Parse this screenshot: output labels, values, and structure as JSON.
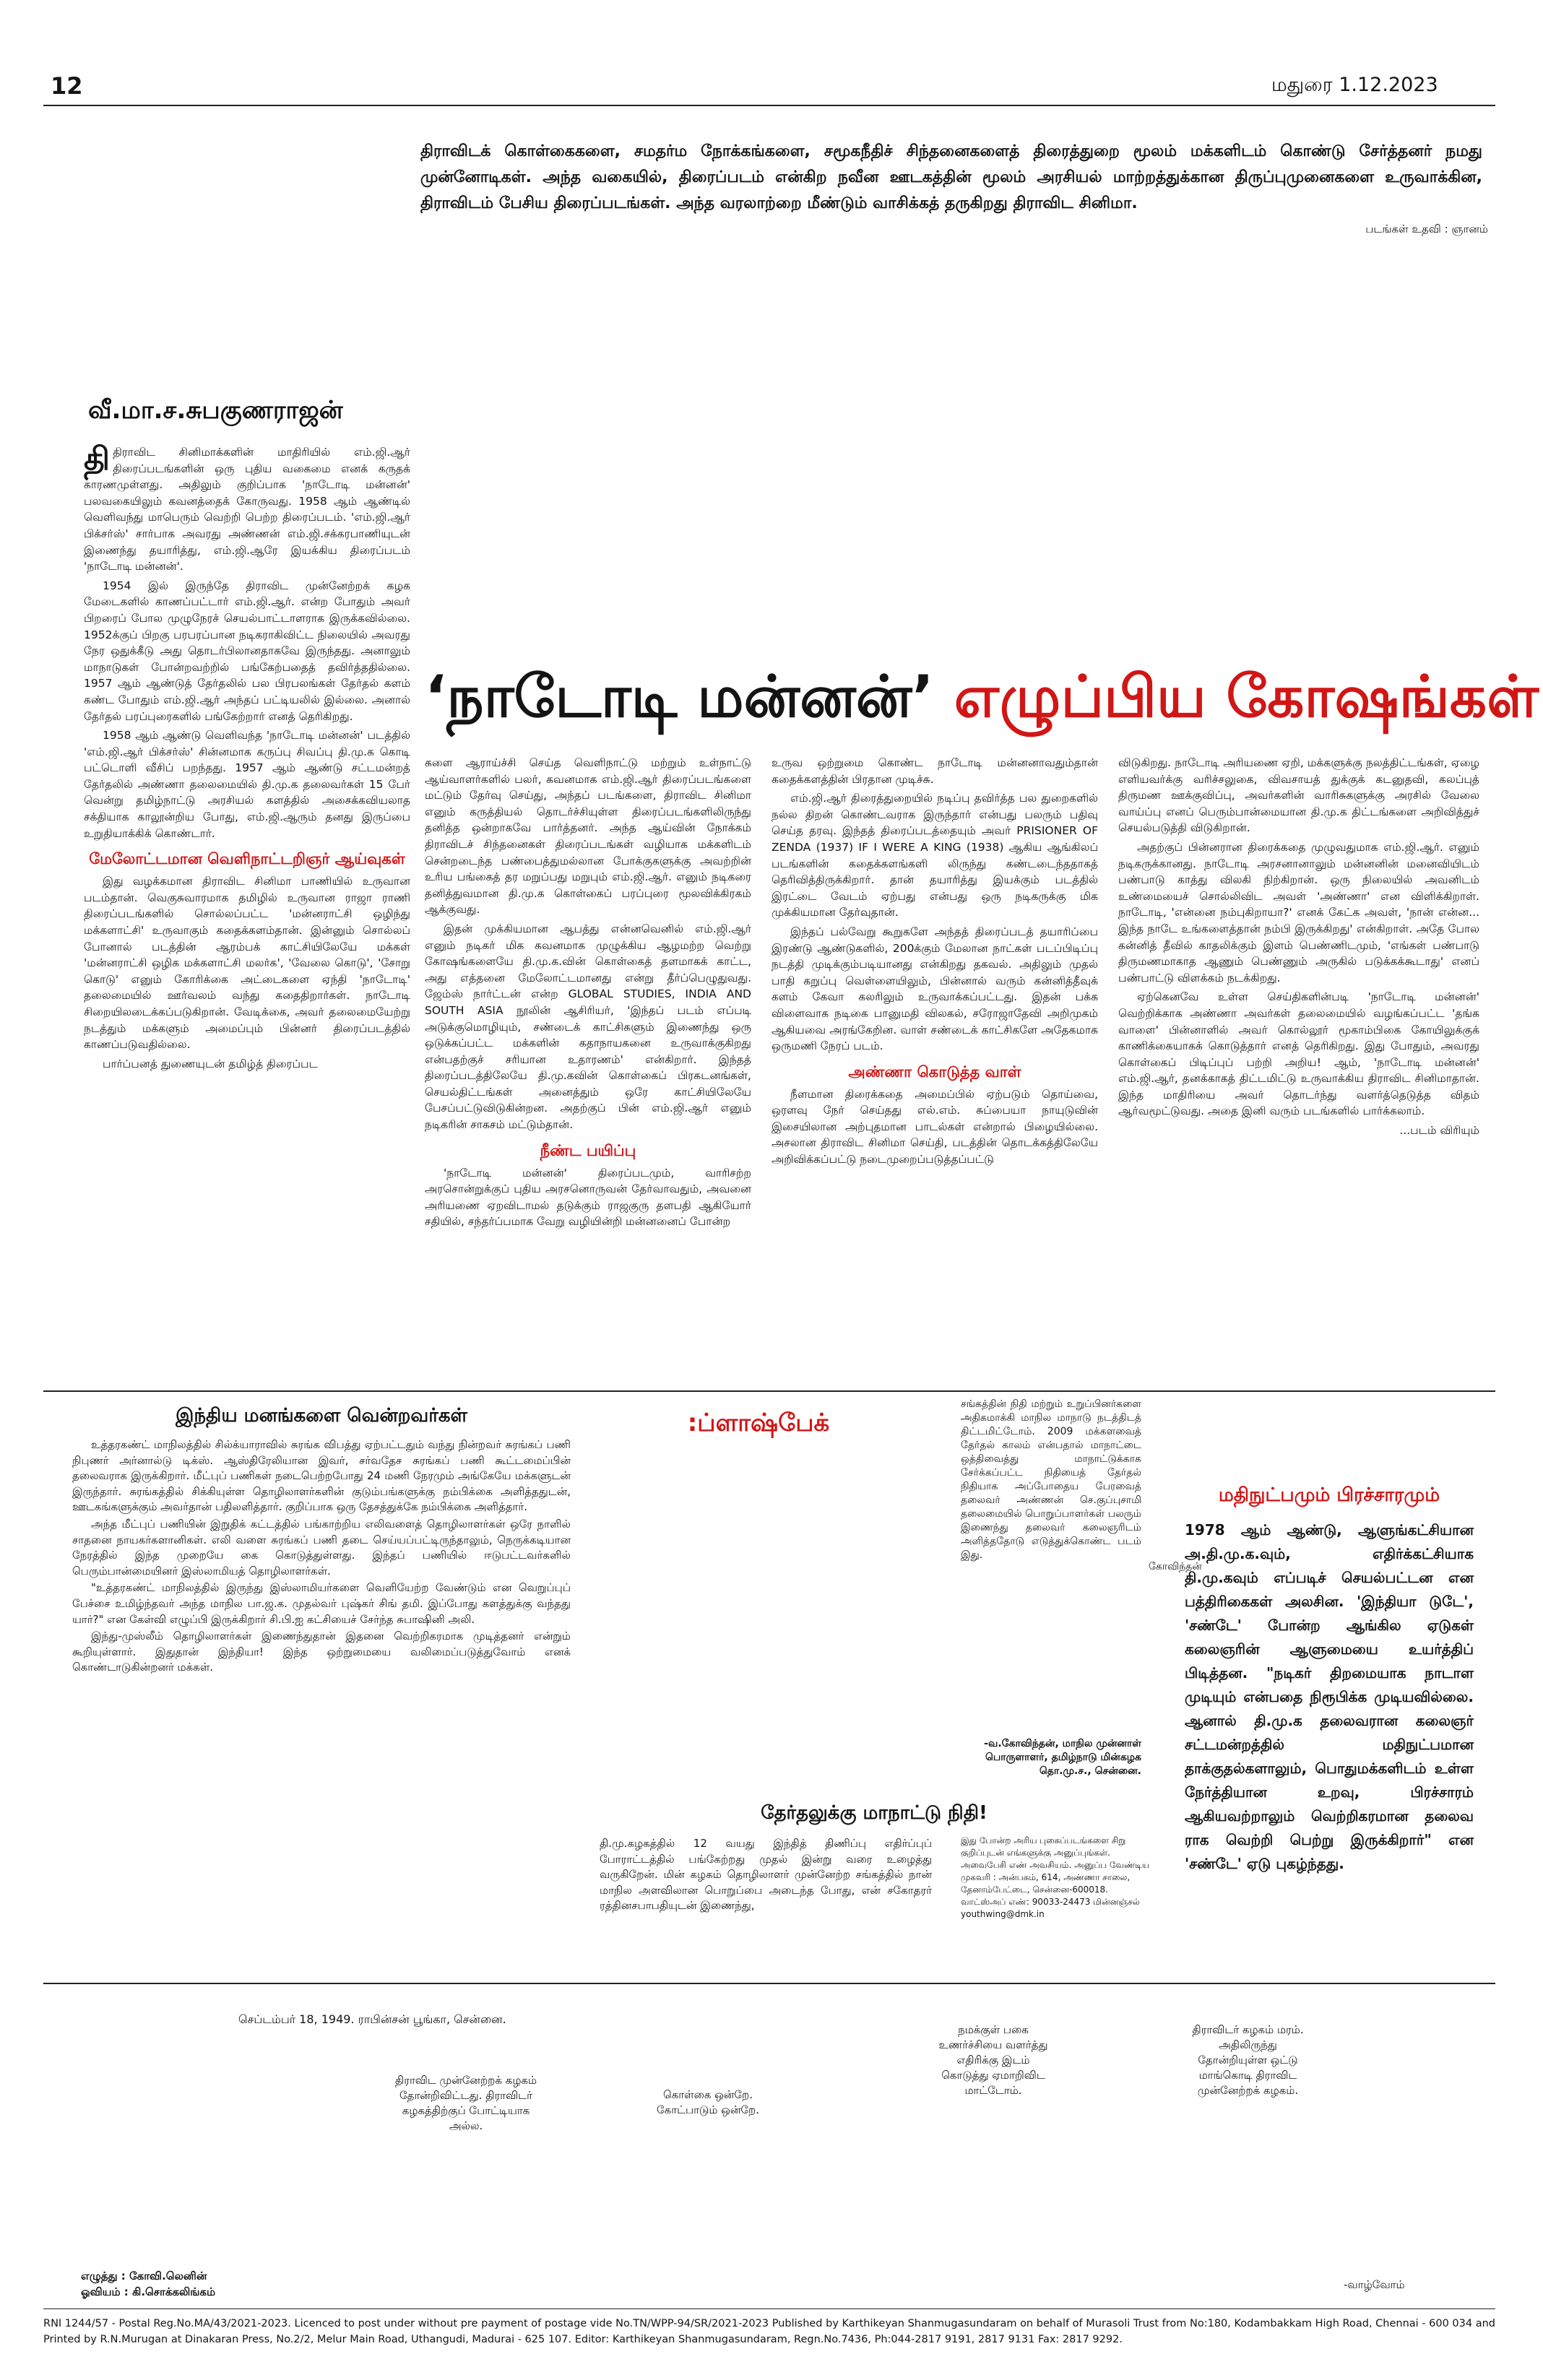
{
  "page": {
    "number": "12",
    "city_date": "மதுரை 1.12.2023"
  },
  "intro": {
    "text": "திராவிடக் கொள்கைகளை, சமதர்ம நோக்கங்களை, சமூகநீதிச் சிந்தனைகளைத் திரைத்துறை மூலம் மக்களிடம் கொண்டு சேர்த்தனர் நமது முன்னோடிகள். அந்த வகையில், திரைப்படம் என்கிற நவீன ஊடகத்தின் மூலம் அரசியல் மாற்றத்துக்கான திருப்புமுனைகளை உருவாக்கின, திராவிடம் பேசிய திரைப்படங்கள். அந்த வரலாற்றை மீண்டும் வாசிக்கத் தருகிறது திராவிட சினிமா.",
    "credit": "படங்கள் உதவி : ஞானம்"
  },
  "author": "வீ.மா.ச.சுபகுணராஜன்",
  "headline": {
    "black": "‘நாடோடி மன்னன்’",
    "red": "எழுப்பிய கோஷங்கள்!"
  },
  "col1": {
    "p1": "திராவிட சினிமாக்களின் மாதிரியில் எம்.ஜி.ஆர் திரைப்படங்களின் ஒரு புதிய வகைமை எனக் கருதக் காரணமுள்ளது. அதிலும் குறிப்பாக 'நாடோடி மன்னன்' பலவகையிலும் கவனத்தைக் கோருவது. 1958 ஆம் ஆண்டில் வெளிவந்து மாபெரும் வெற்றி பெற்ற திரைப்படம். 'எம்.ஜி.ஆர் பிக்சர்ஸ்' சார்பாக அவரது அண்ணன் எம்.ஜி.சக்கரபாணியுடன் இணைந்து தயாரித்து, எம்.ஜி.ஆரே இயக்கிய திரைப்படம் 'நாடோடி மன்னன்'.",
    "p2": "1954 இல் இருந்தே திராவிட முன்னேற்றக் கழக மேடைகளில் காணப்பட்டார் எம்.ஜி.ஆர். என்ற போதும் அவர் பிறரைப் போல முழுநேரச் செயல்பாட்டாளராக இருக்கவில்லை. 1952க்குப் பிறகு பரபரப்பான நடிகராகிவிட்ட நிலையில் அவரது நேர ஒதுக்கீடு அது தொடர்பிலானதாகவே இருந்தது. அனாலும் மாநாடுகள் போன்றவற்றில் பங்கேற்பதைத் தவிர்த்ததில்லை. 1957 ஆம் ஆண்டுத் தேர்தலில் பல பிரபலங்கள் தேர்தல் களம் கண்ட போதும் எம்.ஜி.ஆர் அந்தப் பட்டியலில் இல்லை. அனால் தேர்தல் பரப்புரைகளில் பங்கேற்றார் எனத் தெரிகிறது.",
    "p3": "1958 ஆம் ஆண்டு வெளிவந்த 'நாடோடி மன்னன்' படத்தில் 'எம்.ஜி.ஆர் பிக்சர்ஸ்' சின்னமாக கருப்பு சிவப்பு தி.மு.க கொடி பட்டொளி வீசிப் பறந்தது. 1957 ஆம் ஆண்டு சட்டமன்றத் தேர்தலில் அண்ணா தலைமையில் தி.மு.க தலைவர்கள் 15 பேர் வென்று தமிழ்நாட்டு அரசியல் களத்தில் அசைக்கவியலாத சக்தியாக காலூன்றிய போது, எம்.ஜி.ஆரும் தனது இருப்பை உறுதியாக்கிக் கொண்டார்.",
    "sub": "மேலோட்டமான வெளிநாட்டறிஞர் ஆய்வுகள்",
    "p4": "இது வழக்கமான திராவிட சினிமா பாணியில் உருவான படம்தான். வெகுசுவாரமாக தமிழில் உருவான ராஜா ராணி திரைப்படங்களில் சொல்லப்பட்ட 'மன்னராட்சி ஒழிந்து மக்களாட்சி' உருவாகும் கதைக்களம்தான். இன்னும் சொல்லப் போனால் படத்தின் ஆரம்பக் காட்சியிலேயே மக்கள் 'மன்னராட்சி ஒழிக மக்களாட்சி மலர்க', 'வேலை கொடு', 'சோறு கொடு' எனும் கோரிக்கை அட்டைகளை ஏந்தி 'நாடோடி' தலைமையில் ஊர்வலம் வந்து கதைதிறார்கள். நாடோடி சிறையிலடைக்கப்படுகிறான். வேடிக்கை, அவர் தலைமையேற்று நடத்தும் மக்களும் அமைப்பும் பின்னர் திரைப்படத்தில் காணப்படுவதில்லை.",
    "p5": "பார்ப்பனத் துணையுடன் தமிழ்த் திரைப்பட"
  },
  "col2": {
    "p1": "களை ஆராய்ச்சி செய்த வெளிநாட்டு மற்றும் உள்நாட்டு ஆய்வாளர்களில் பலர், கவனமாக எம்.ஜி.ஆர் திரைப்படங்களை மட்டும் தேர்வு செய்து, அந்தப் படங்களை, திராவிட சினிமா எனும் கருத்தியல் தொடர்ச்சியுள்ள திரைப்படங்களிலிருந்து தனித்த ஒன்றாகவே பார்த்தனர். அந்த ஆய்வின் நோக்கம் திராவிடச் சிந்தனைகள் திரைப்படங்கள் வழியாக மக்களிடம் சென்றடைந்த பண்பைத்துமல்லான போக்குகளுக்கு அவற்றின் உரிய பங்கைத் தர மறுப்பது மறுபும் எம்.ஜி.ஆர். எனும் நடிகரை தனித்துவமான தி.மு.க கொள்கைப் பரப்புரை மூலவிக்கிரகம் ஆக்குவது.",
    "p2": "இதன் முக்கியமான ஆபத்து என்னவெனில் எம்.ஜி.ஆர் எனும் நடிகர் மிக கவனமாக முழுக்கிய ஆழமற்ற வெற்று கோஷங்களையே தி.மு.க.வின் கொள்கைத் தளமாகக் காட்ட, அது எத்தனை மேலோட்டமானது என்று தீர்ப்பெழுதுவது. ஜேம்ஸ் நார்ட்டன் என்ற GLOBAL STUDIES, INDIA AND SOUTH ASIA நூலின் ஆசிரியர், 'இந்தப் படம் எப்படி அடுக்குமொழியும், சண்டைக் காட்சிகளும் இணைந்து ஒரு ஒடுக்கப்பட்ட மக்களின் கதாநாயகனை உருவாக்குகிறது என்பதற்குச் சரியான உதாரணம்' என்கிறார். இந்தத் திரைப்படத்திலேயே தி.மு.கவின் கொள்கைப் பிரகடனங்கள், செயல்திட்டங்கள் அனைத்தும் ஒரே காட்சியிலேயே பேசப்பட்டுவிடுகின்றன. அதற்குப் பின் எம்.ஜி.ஆர் எனும் நடிகரின் சாகசம் மட்டும்தான்.",
    "sub": "நீண்ட பயிப்பு",
    "p3": "'நாடோடி மன்னன்' திரைப்படமும், வாரிசற்ற அரசொன்றுக்குப் புதிய அரசனொருவன் தேர்வாவதும், அவனை அரியணை ஏறவிடாமல் தடுக்கும் ராஜகுரு தளபதி ஆகியோர் சதியில், சந்தர்ப்பமாக வேறு வழியின்றி மன்னனைப் போன்ற"
  },
  "col3": {
    "p1": "உருவ ஒற்றுமை கொண்ட நாடோடி மன்னனாவதும்தான் கதைக்களத்தின் பிரதான முடிச்சு.",
    "p2": "எம்.ஜி.ஆர் திரைத்துறையில் நடிப்பு தவிர்த்த பல துறைகளில் நல்ல திறன் கொண்டவராக இருந்தார் என்பது பலரும் பதிவு செய்த தரவு. இந்தத் திரைப்படத்தையும் அவர் PRISIONER OF ZENDA (1937) IF I WERE A KING (1938) ஆகிய ஆங்கிலப் படங்களின் கதைக்களங்களி லிருந்து கண்டடைந்ததாகத் தெரிவித்திருக்கிறார். தான் தயாரித்து இயக்கும் படத்தில் இரட்டை வேடம் ஏற்பது என்பது ஒரு நடிகருக்கு மிக முக்கியமான தேர்வுதான்.",
    "p3": "இந்தப் பல்வேறு கூறுகளே அந்தத் திரைப்படத் தயாரிப்பை இரண்டு ஆண்டுகளில், 200க்கும் மேலான நாட்கள் படப்பிடிப்பு நடத்தி முடிக்கும்படியானது என்கிறது தகவல். அதிலும் முதல் பாதி கறுப்பு வெள்ளையிலும், பின்னால் வரும் கன்னித்தீவுக் களம் கேவா கலரிலும் உருவாக்கப்பட்டது. இதன் பக்க விளைவாக நடிகை பானுமதி விலகல், சரோஜாதேவி அறிமுகம் ஆகியவை அரங்கேறின. வாள் சண்டைக் காட்சிகளே அதேகமாக ஒருமணி நேரப் படம்.",
    "sub": "அண்ணா கொடுத்த வாள்",
    "p4": "நீளமான திரைக்கதை அமைப்பில் ஏற்படும் தொய்வை, ஒரளவு நேர் செய்தது எல்.எம். சுப்பையா நாயுடுவின் இசையிலான அற்புதமான பாடல்கள் என்றால் பிழையில்லை. அசலான திராவிட சினிமா செய்தி, படத்தின் தொடக்கத்திலேயே அறிவிக்கப்பட்டு நடைமுறைப்படுத்தப்பட்டு"
  },
  "col4": {
    "p1": "விடுகிறது. நாடோடி அரியணை ஏறி, மக்களுக்கு நலத்திட்டங்கள், ஏழை எளியவர்க்கு வரிச்சலுகை, விவசாயத் துக்குக் கடனுதவி, கலப்புத் திருமண ஊக்குவிப்பு, அவர்களின் வாரிசுகளுக்கு அரசில் வேலை வாய்ப்பு எனப் பெரும்பான்மையான தி.மு.க திட்டங்களை அறிவித்துச் செயல்படுத்தி விடுகிறான்.",
    "p2": "அதற்குப் பின்னரான திரைக்கதை முழுவதுமாக எம்.ஜி.ஆர். எனும் நடிகருக்கானது. நாடோடி அரசனானாலும் மன்னனின் மனைவியிடம் பண்பாடு காத்து விலகி நிற்கிறான். ஒரு நிலையில் அவனிடம் உண்மையைச் சொல்லிவிட அவள் 'அண்ணா' என விளிக்கிறாள். நாடோடி, 'என்னை நம்புகிறாயா?' எனக் கேட்க அவள், 'நான் என்ன... இந்த நாடே உங்களைத்தான் நம்பி இருக்கிறது' என்கிறாள். அதே போல கன்னித் தீவில் காதலிக்கும் இளம் பெண்ணிடமும், 'எங்கள் பண்பாடு திருமணமாகாத ஆணும் பெண்ணும் அருகில் படுக்கக்கூடாது' எனப் பண்பாட்டு விளக்கம் நடக்கிறது.",
    "p3": "ஏற்கெனவே உள்ள செய்திகளின்படி 'நாடோடி மன்னன்' வெற்றிக்காக அண்ணா அவர்கள் தலைமையில் வழங்கப்பட்ட 'தங்க வாளை' பின்னாளில் அவர் கொல்லூர் மூகாம்பிகை கோயிலுக்குக் காணிக்கையாகக் கொடுத்தார் எனத் தெரிகிறது. இது போதும், அவரது கொள்கைப் பிடிப்புப் பற்றி அறிய! ஆம், 'நாடோடி மன்னன்' எம்.ஜி.ஆர், தனக்காகத் திட்டமிட்டு உருவாக்கிய திராவிட சினிமாதான். இந்த மாதிரியை அவர் தொடர்ந்து வளர்த்தெடுத்த விதம் ஆர்வமூட்டுவது. அதை இனி வரும் படங்களில் பார்க்கலாம்.",
    "cont": "...படம் விரியும்"
  },
  "box1": {
    "title": "இந்திய மனங்களை வென்றவர்கள்",
    "p1": "உத்தரகண்ட் மாநிலத்தில் சில்க்யாராவில் சுரங்க விபத்து ஏற்பட்டதும் வந்து நின்றவர் சுரங்கப் பணி நிபுணர் அர்னால்டு டிக்ஸ். ஆஸ்திரேலியான இவர், சர்வதேச சுரங்கப் பணி கூட்டமைப்பின் தலைவராக இருக்கிறார். மீட்புப் பணிகள் நடைபெற்றபோது 24 மணி நேரமும் அங்கேயே மக்களுடன் இருந்தார். சுரங்கத்தில் சிக்கியுள்ள தொழிலாளர்களின் குடும்பங்களுக்கு நம்பிக்கை அளித்ததுடன், ஊடகங்களுக்கும் அவர்தான் பதிலளித்தார். குறிப்பாக ஒரு தேசத்துக்கே நம்பிக்கை அளித்தார்.",
    "p2": "அந்த மீட்புப் பணியின் இறுதிக் கட்டத்தில் பங்காற்றிய எலிவளைத் தொழிலாளர்கள் ஒரே நாளில் சாதனை நாயகர்களானிகள். எலி வளை சுரங்கப் பணி தடை செய்யப்பட்டிருந்தாலும், நெருக்கடியான நேரத்தில் இந்த முறையே கை கொடுத்துள்ளது. இந்தப் பணியில் ஈடுபட்டவர்களில் பெரும்பான்மையினர் இஸ்லாமியத் தொழிலாளர்கள்.",
    "p3": "\"உத்தரகண்ட் மாநிலத்தில் இருந்து இஸ்லாமியர்களை வெளியேற்ற வேண்டும் என வெறுப்புப் பேச்சை உமிழ்ந்தவர் அந்த மாநில பா.ஜ.க. முதல்வர் புஷ்கர் சிங் தமி. இப்போது களத்துக்கு வந்தது யார்?\" என கேள்வி எழுப்பி இருக்கிறார் சி.பி.ஐ கட்சியைச் சேர்ந்த சுபாஷினி அலி.",
    "p4": "இந்து-முஸ்லீம் தொழிலாளர்கள் இணைந்துதான் இதனை வெற்றிகரமாக முடித்தனர் என்றும் கூறியுள்ளார். இதுதான் இந்தியா! இந்த ஒற்றுமையை வலிமைப்படுத்துவோம் எனக் கொண்டாடுகின்றனர் மக்கள்."
  },
  "box2": {
    "title": ":ப்ளாஷ்பேக்",
    "p1": "சங்கத்தின் நிதி மற்றும் உறுப்பினர்களை அதிகமாக்கி மாநில மாநாடு நடத்திடத் திட்டமிட்டோம். 2009 மக்களவைத் தேர்தல் காலம் என்பதால் மாநாட்டை ஒத்திவைத்து மாநாட்டுக்காக சேர்க்கப்பட்ட நிதியைத் தேர்தல் நிதியாக அப்போதைய பேரவைத் தலைவர் அண்ணன் செ.குப்புசாமி தலைமையில் பொறுப்பாளர்கள் பலரும் இணைந்து தலைவர் கலைஞரிடம் அளித்ததோடு எடுத்துக்கொண்ட படம் இது.",
    "tag": "கோவிந்தன்",
    "sign1": "-வ.கோவிந்தன், மாநில முன்னாள்",
    "sign2": "பொருளாளர், தமிழ்நாடு மின்கழக",
    "sign3": "தொ.மு.ச., சென்னை."
  },
  "box3": {
    "title": "தேர்தலுக்கு மாநாட்டு நிதி!",
    "text": "தி.மு.கழகத்தில் 12 வயது இந்தித் திணிப்பு எதிர்ப்புப் போராட்டத்தில் பங்கேற்றது முதல் இன்று வரை உழைத்து வருகிறேன். மின் கழகம் தொழிலாளர் முன்னேற்ற சங்கத்தில் நான் மாநில அளவிலான பொறுப்பை அடைந்த போது, என் சகோதரர் ரத்தினசபாபதியுடன் இணைந்து,",
    "notice": "இது போன்ற அரிய புகைப்படங்களை சிறு குறிப்புடன் எங்களுக்கு அனுப்புங்கள். அவைபேசி எண் அவசியம். அனுப்ப வேண்டிய முகவரி : அன்பகம், 614, அண்ணா சாலை, தேனாம்பேட்டை, சென்னை-600018. வாட்ஸ்அப் எண்: 90033-24473 மின்னஞ்சல் youthwing@dmk.in"
  },
  "box4": {
    "title": "மதிநுட்பமும் பிரச்சாரமும்",
    "text": "1978 ஆம் ஆண்டு, ஆளுங்கட்சியான அ.தி.மு.க.வும், எதிர்க்கட்சியாக தி.மு.கவும் எப்படிச் செயல்பட்டன என பத்திரிகைகள் அலசின. 'இந்தியா டுடே', 'சண்டே' போன்ற ஆங்கில ஏடுகள் கலைஞரின் ஆளுமையை உயர்த்திப் பிடித்தன. \"நடிகர் திறமையாக நாடாள முடியும் என்பதை நிரூபிக்க முடியவில்லை. ஆனால் தி.மு.க தலைவரான கலைஞர் சட்டமன்றத்தில் மதிநுட்பமான தாக்குதல்களாலும், பொதுமக்களிடம் உள்ள நேர்த்தியான உறவு, பிரச்சாரம் ஆகியவற்றாலும் வெற்றிகரமான தலைவ ராக வெற்றி பெற்று இருக்கிறார்\" என 'சண்டே' ஏடு புகழ்ந்தது."
  },
  "comic": {
    "caption": "செப்டம்பர் 18, 1949. ராபின்சன் பூங்கா, சென்னை.",
    "b1": "திராவிட முன்னேற்றக் கழகம் தோன்றிவிட்டது. திராவிடர் கழகத்திற்குப் போட்டியாக அல்ல.",
    "b2": "கொள்கை ஒன்றே. கோட்பாடும் ஒன்றே.",
    "b3": "நமக்குள் பகை உணர்ச்சியை வளர்த்து எதிரிக்கு இடம் கொடுத்து ஏமாறிவிட மாட்டோம்.",
    "b4": "திராவிடர் கழகம் மரம். அதிலிருந்து தோன்றியுள்ள ஒட்டு மாங்கொடி திராவிட முன்னேற்றக் கழகம்.",
    "credit1": "எழுத்து : கோவி.லெனின்",
    "credit2": "ஓவியம் : கி.சொக்கலிங்கம்",
    "cont": "-வாழ்வோம்"
  },
  "imprint": "RNI 1244/57 - Postal Reg.No.MA/43/2021-2023. Licenced to post under without pre payment of postage vide No.TN/WPP-94/SR/2021-2023 Published by Karthikeyan Shanmugasundaram on behalf of Murasoli Trust from No:180, Kodambakkam High Road, Chennai - 600 034 and Printed by R.N.Murugan at Dinakaran Press, No.2/2, Melur Main Road, Uthangudi, Madurai - 625 107. Editor: Karthikeyan Shanmugasundaram, Regn.No.7436, Ph:044-2817 9191, 2817 9131 Fax: 2817 9292."
}
